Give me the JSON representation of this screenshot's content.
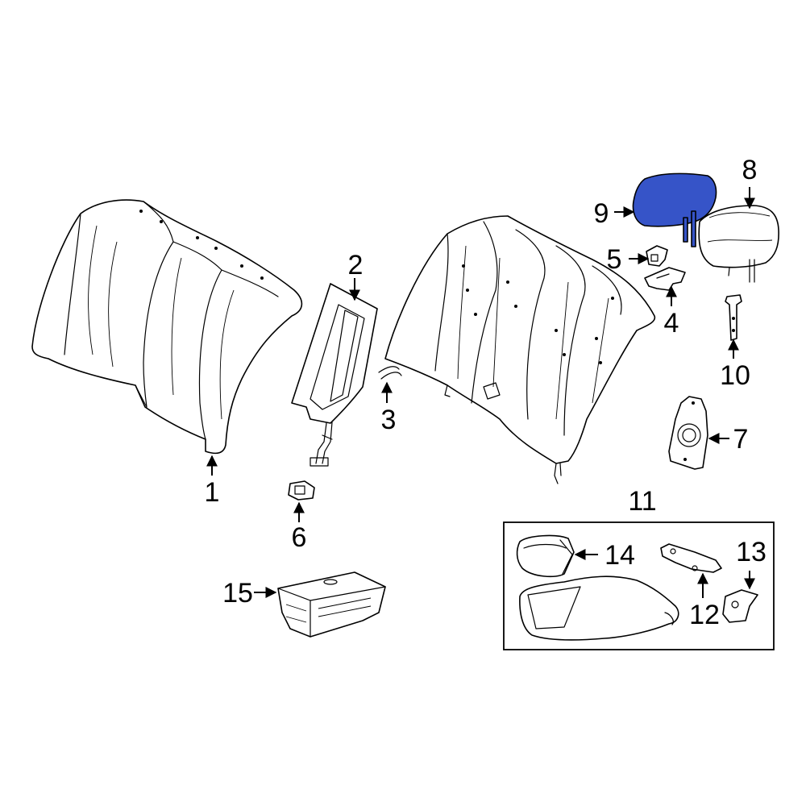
{
  "diagram": {
    "highlight_color": "#3654c8",
    "callouts": {
      "c1": "1",
      "c2": "2",
      "c3": "3",
      "c4": "4",
      "c5": "5",
      "c6": "6",
      "c7": "7",
      "c8": "8",
      "c9": "9",
      "c10": "10",
      "c11": "11",
      "c12": "12",
      "c13": "13",
      "c14": "14",
      "c15": "15"
    },
    "highlighted_part": "9"
  }
}
